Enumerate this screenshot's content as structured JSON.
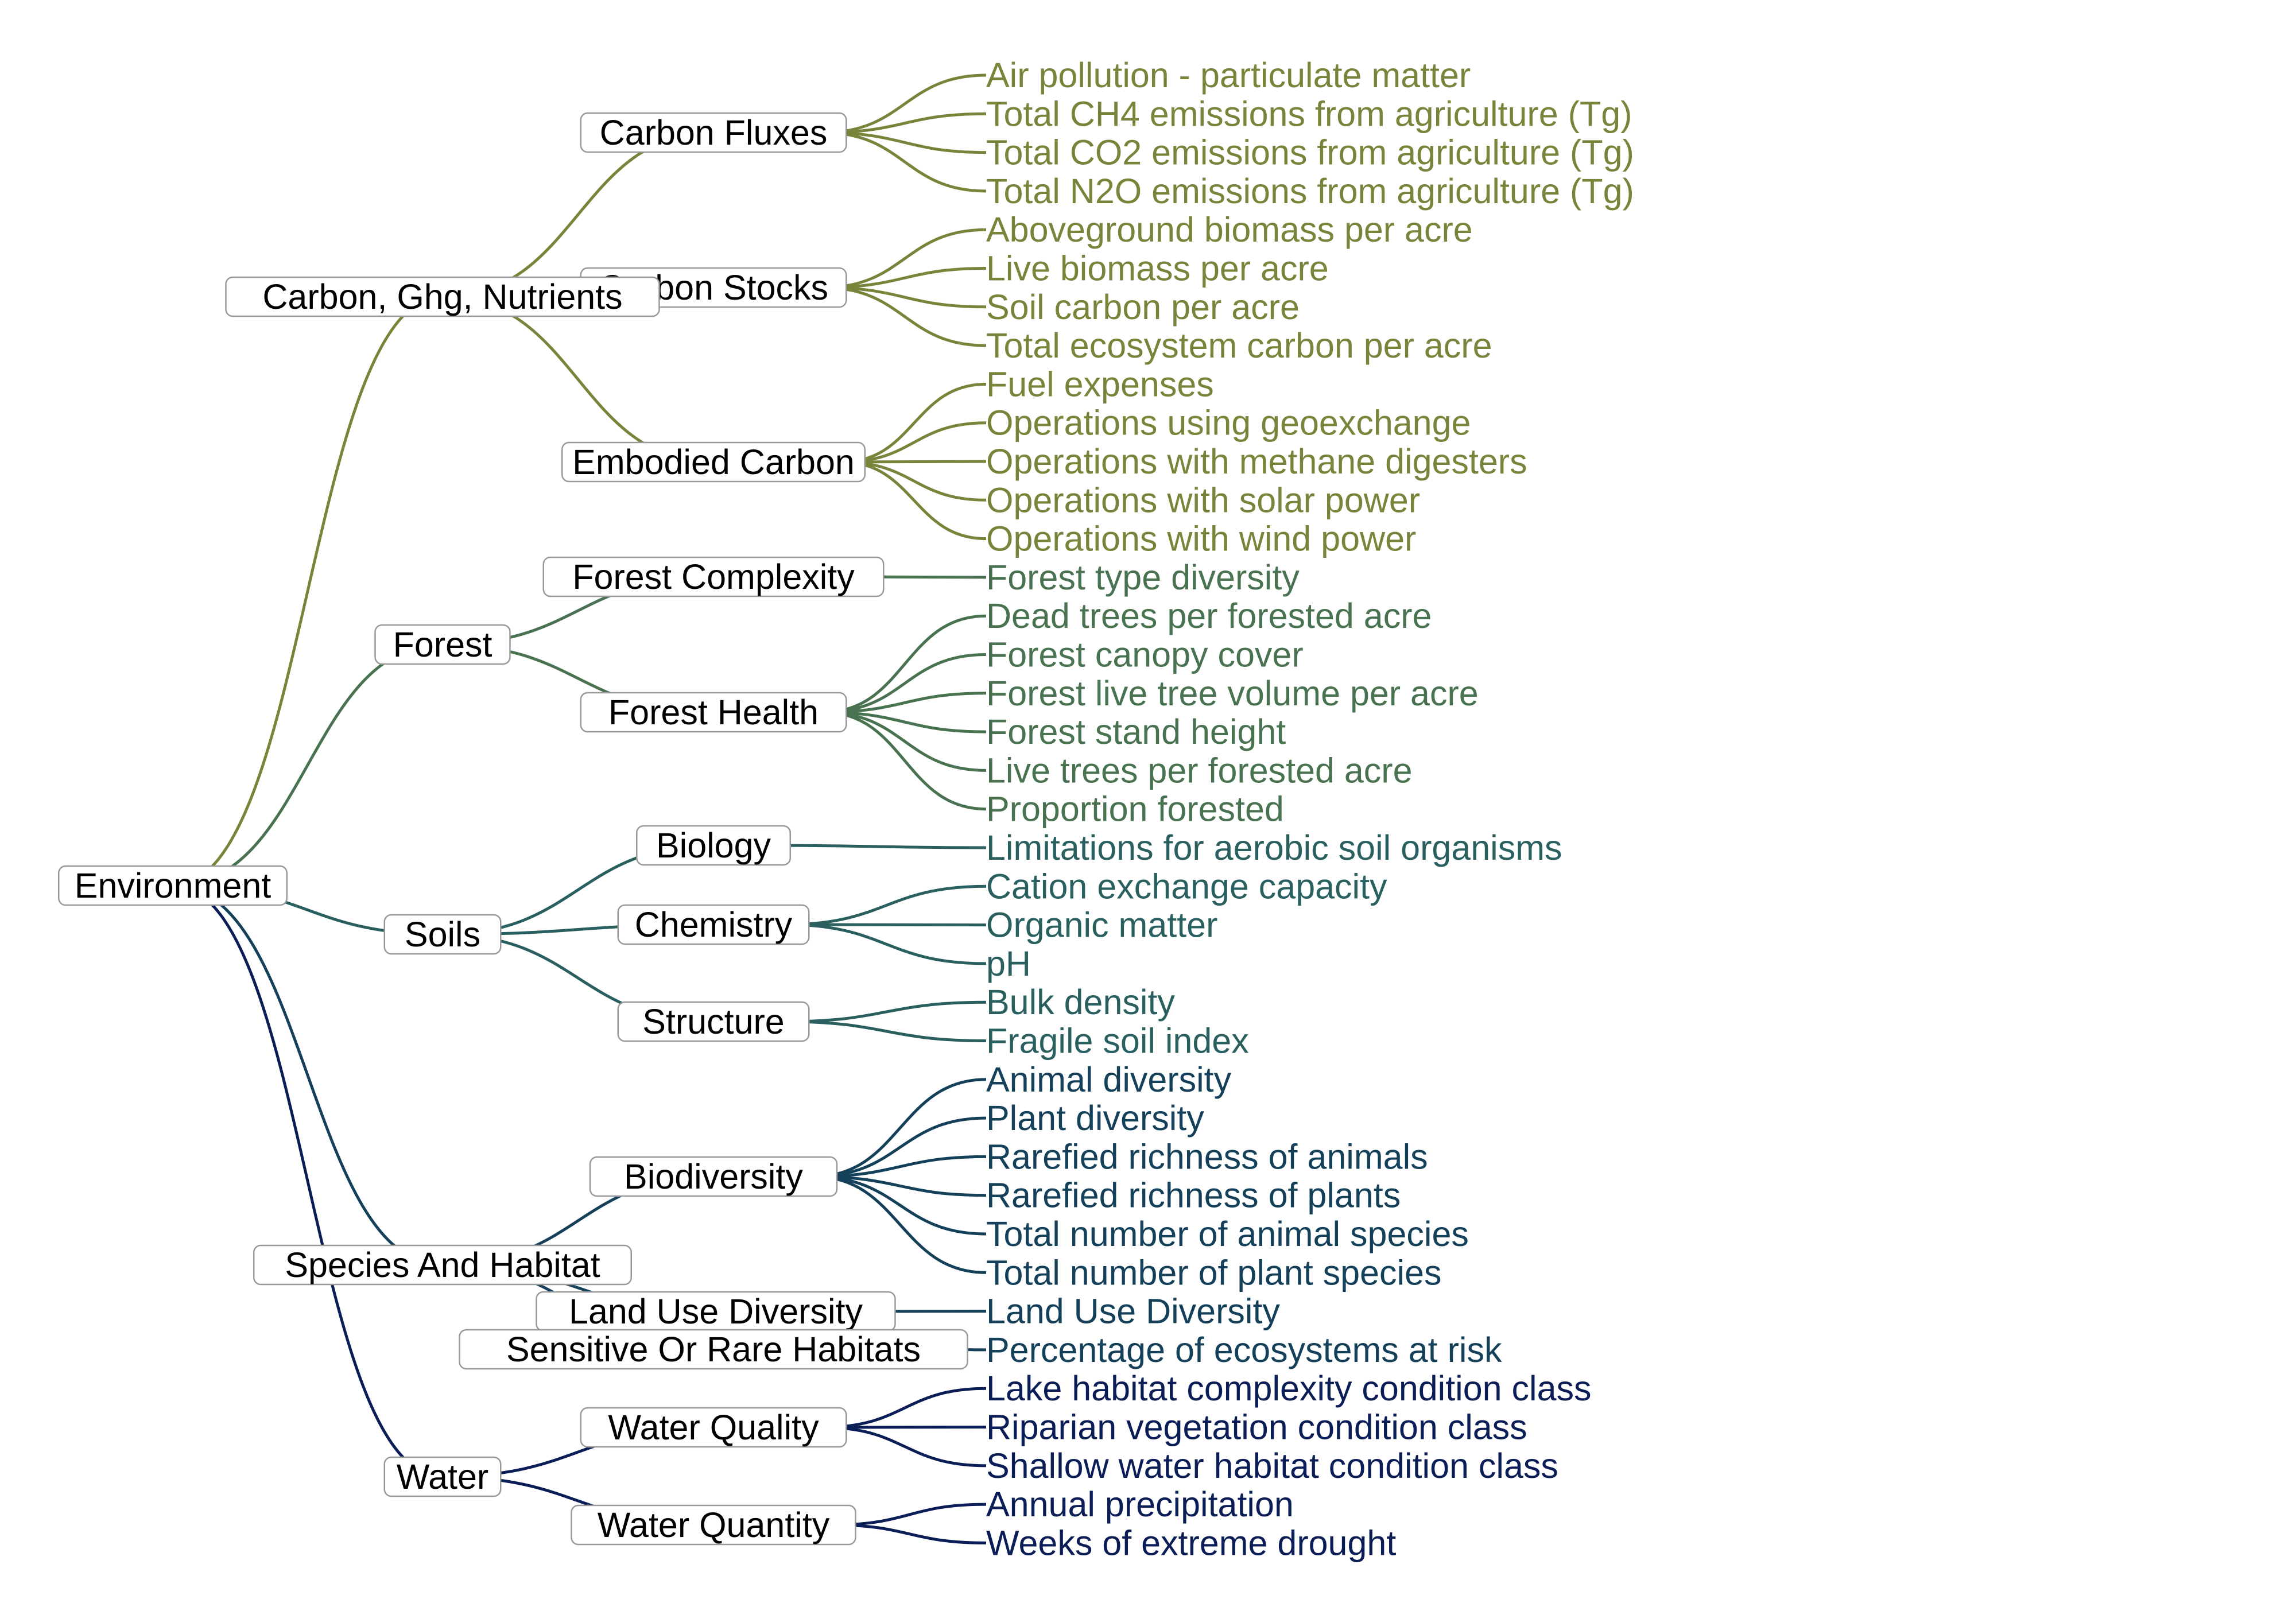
{
  "root": "Environment",
  "colors": {
    "Carbon, Ghg, Nutrients": "#79843a",
    "Forest": "#497250",
    "Soils": "#2a5f60",
    "Species And Habitat": "#14405a",
    "Water": "#0b1d56"
  },
  "tree": [
    {
      "label": "Carbon, Ghg, Nutrients",
      "children": [
        {
          "label": "Carbon Fluxes",
          "leaves": [
            "Air pollution - particulate matter",
            "Total CH4 emissions from agriculture (Tg)",
            "Total CO2 emissions from agriculture (Tg)",
            "Total N2O emissions from agriculture (Tg)"
          ]
        },
        {
          "label": "Carbon Stocks",
          "leaves": [
            "Aboveground biomass per acre",
            "Live biomass per acre",
            "Soil carbon per acre",
            "Total ecosystem carbon per acre"
          ]
        },
        {
          "label": "Embodied Carbon",
          "leaves": [
            "Fuel expenses",
            "Operations using geoexchange",
            "Operations with methane digesters",
            "Operations with solar power",
            "Operations with wind power"
          ]
        }
      ]
    },
    {
      "label": "Forest",
      "children": [
        {
          "label": "Forest Complexity",
          "leaves": [
            "Forest type diversity"
          ]
        },
        {
          "label": "Forest Health",
          "leaves": [
            "Dead trees per forested acre",
            "Forest canopy cover",
            "Forest live tree volume per acre",
            "Forest stand height",
            "Live trees per forested acre",
            "Proportion forested"
          ]
        }
      ]
    },
    {
      "label": "Soils",
      "children": [
        {
          "label": "Biology",
          "leaves": [
            "Limitations for aerobic soil organisms"
          ]
        },
        {
          "label": "Chemistry",
          "leaves": [
            "Cation exchange capacity",
            "Organic matter",
            "pH"
          ]
        },
        {
          "label": "Structure",
          "leaves": [
            "Bulk density",
            "Fragile soil index"
          ]
        }
      ]
    },
    {
      "label": "Species And Habitat",
      "children": [
        {
          "label": "Biodiversity",
          "leaves": [
            "Animal diversity",
            "Plant diversity",
            "Rarefied richness of animals",
            "Rarefied richness of plants",
            "Total number of animal species",
            "Total number of plant species"
          ]
        },
        {
          "label": "Land Use Diversity",
          "leaves": [
            "Land Use Diversity"
          ]
        },
        {
          "label": "Sensitive Or Rare Habitats",
          "leaves": [
            "Percentage of ecosystems at risk"
          ]
        }
      ]
    },
    {
      "label": "Water",
      "children": [
        {
          "label": "Water Quality",
          "leaves": [
            "Lake habitat complexity condition class",
            "Riparian vegetation condition class",
            "Shallow water habitat condition class"
          ]
        },
        {
          "label": "Water Quantity",
          "leaves": [
            "Annual precipitation",
            "Weeks of extreme drought"
          ]
        }
      ]
    }
  ]
}
